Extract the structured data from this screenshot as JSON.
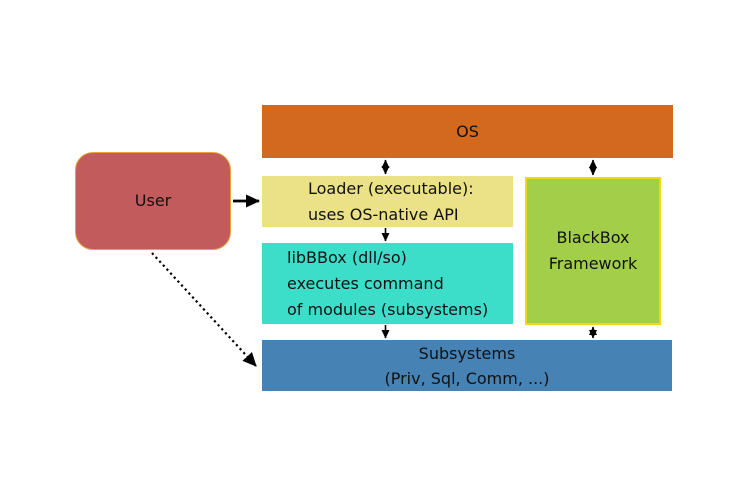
{
  "nodes": {
    "os": {
      "label": "OS"
    },
    "user": {
      "label": "User"
    },
    "loader": {
      "lines": [
        "Loader (executable):",
        "uses OS-native API"
      ]
    },
    "libbbox": {
      "lines": [
        "libBBox (dll/so)",
        "executes command",
        "of modules (subsystems)"
      ]
    },
    "framework": {
      "lines": [
        "BlackBox",
        "Framework"
      ]
    },
    "subsystems": {
      "lines": [
        "Subsystems",
        "(Priv, Sql, Comm, ...)"
      ]
    }
  },
  "edges": [
    {
      "from": "user",
      "to": "loader",
      "style": "solid-single"
    },
    {
      "from": "os",
      "to": "loader",
      "style": "solid-double"
    },
    {
      "from": "os",
      "to": "framework",
      "style": "solid-double"
    },
    {
      "from": "loader",
      "to": "libbbox",
      "style": "solid-single"
    },
    {
      "from": "libbbox",
      "to": "subsystems",
      "style": "solid-single"
    },
    {
      "from": "framework",
      "to": "subsystems",
      "style": "solid-double"
    },
    {
      "from": "user",
      "to": "subsystems",
      "style": "dotted-single"
    }
  ],
  "colors": {
    "background": "#ffffff",
    "os_fill": "#d2691e",
    "user_fill": "#c25b5b",
    "user_border": "#e8a33b",
    "loader_fill": "#ebe187",
    "libbbox_fill": "#3cdeca",
    "framework_fill": "#a2ce4a",
    "framework_border": "#eed912",
    "subsystems_fill": "#4682b4",
    "arrow": "#000000",
    "text": "#111111"
  }
}
